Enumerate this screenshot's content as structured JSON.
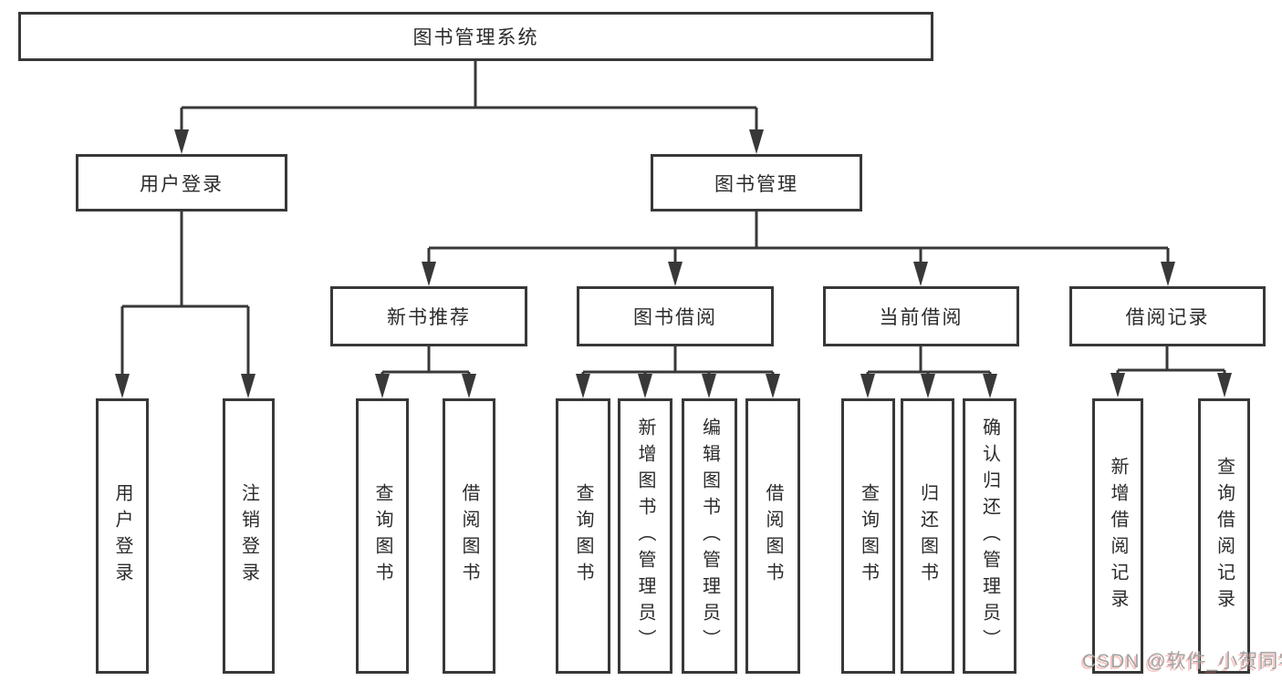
{
  "tree": {
    "label": "图书管理系统",
    "children": [
      {
        "label": "用户登录",
        "children": [
          {
            "label": "用户登录"
          },
          {
            "label": "注销登录"
          }
        ]
      },
      {
        "label": "图书管理",
        "children": [
          {
            "label": "新书推荐",
            "children": [
              {
                "label": "查询图书"
              },
              {
                "label": "借阅图书"
              }
            ]
          },
          {
            "label": "图书借阅",
            "children": [
              {
                "label": "查询图书"
              },
              {
                "label": "新增图书（管理员）"
              },
              {
                "label": "编辑图书（管理员）"
              },
              {
                "label": "借阅图书"
              }
            ]
          },
          {
            "label": "当前借阅",
            "children": [
              {
                "label": "查询图书"
              },
              {
                "label": "归还图书"
              },
              {
                "label": "确认归还（管理员）"
              }
            ]
          },
          {
            "label": "借阅记录",
            "children": [
              {
                "label": "新增借阅记录"
              },
              {
                "label": "查询借阅记录"
              }
            ]
          }
        ]
      }
    ]
  },
  "watermark": {
    "text": "CSDN @软件_小贺同学"
  },
  "colors": {
    "line": "#383838",
    "box_border": "#383838",
    "text": "#2b2b2b",
    "background": "#ffffff",
    "watermark_text": "#a3a3a3",
    "watermark_shadow": "#f07c6e"
  }
}
